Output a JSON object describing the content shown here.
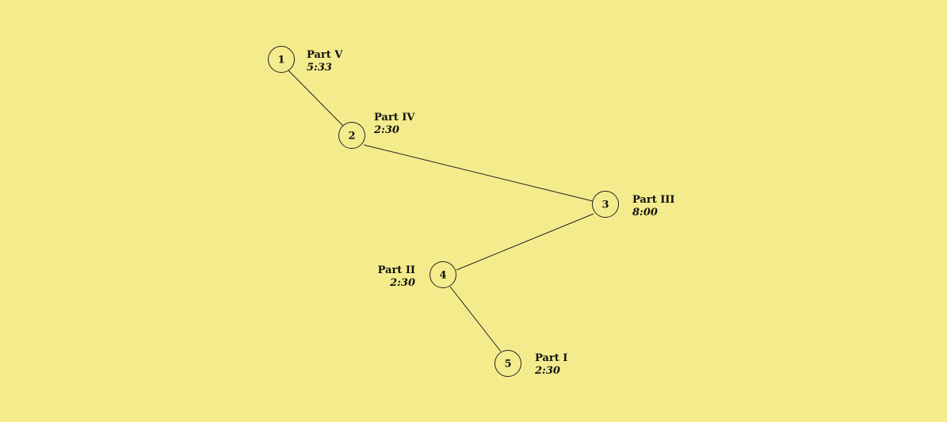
{
  "colors": {
    "background": "#f4ec8c",
    "stroke": "#222222",
    "text": "#111111"
  },
  "nodes": [
    {
      "id": "1",
      "title": "Part V",
      "time": "5:33"
    },
    {
      "id": "2",
      "title": "Part IV",
      "time": "2:30"
    },
    {
      "id": "3",
      "title": "Part III",
      "time": "8:00"
    },
    {
      "id": "4",
      "title": "Part II",
      "time": "2:30"
    },
    {
      "id": "5",
      "title": "Part I",
      "time": "2:30"
    }
  ],
  "edges": [
    [
      "1",
      "2"
    ],
    [
      "2",
      "3"
    ],
    [
      "3",
      "4"
    ],
    [
      "4",
      "5"
    ]
  ]
}
